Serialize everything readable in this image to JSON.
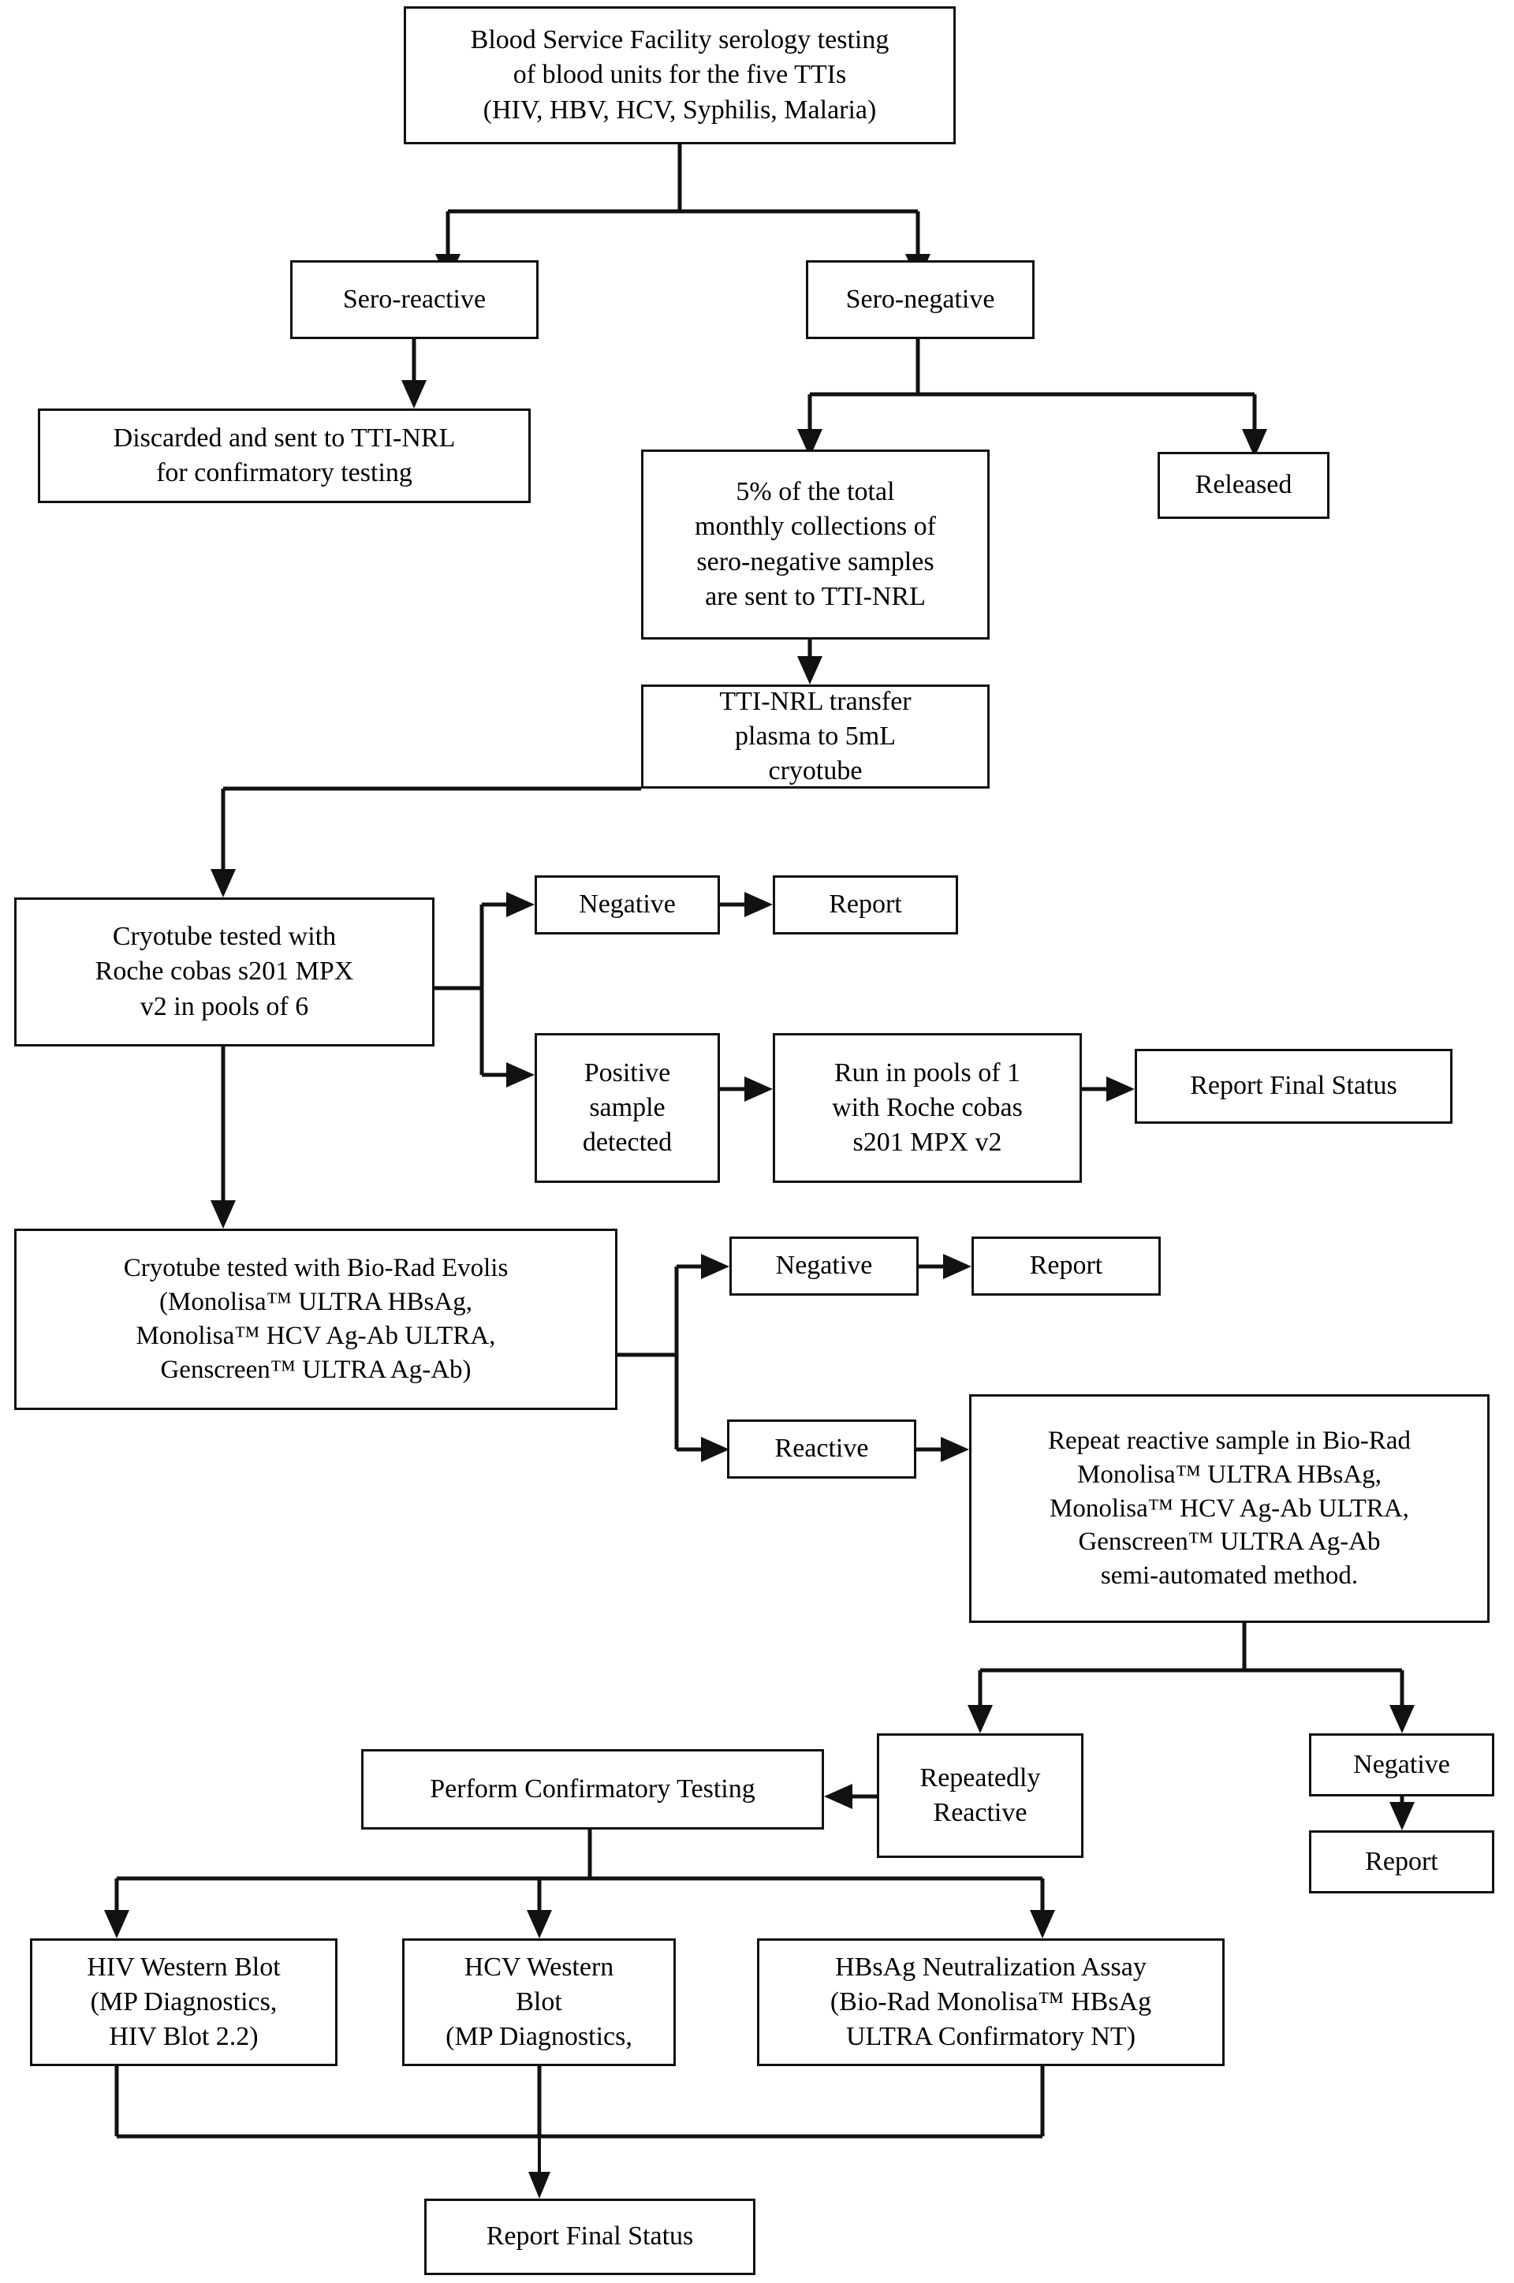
{
  "diagram": {
    "title": "Blood Service Facility TTI serology and NAT testing algorithm",
    "type": "flowchart",
    "nodes": {
      "start": "Blood Service Facility serology testing\nof blood units for the five TTIs\n(HIV, HBV, HCV, Syphilis, Malaria)",
      "sero_reactive": "Sero-reactive",
      "sero_negative": "Sero-negative",
      "discarded": "Discarded and sent to TTI-NRL\nfor confirmatory testing",
      "five_percent": "5% of the total\nmonthly collections of\nsero-negative samples\nare sent to TTI-NRL",
      "released": "Released",
      "transfer_plasma": "TTI-NRL transfer\nplasma to 5mL\ncryotube",
      "cryotube_roche": "Cryotube tested with\nRoche cobas s201 MPX\nv2 in pools of 6",
      "nat_negative": "Negative",
      "nat_report": "Report",
      "positive_sample": "Positive\nsample\ndetected",
      "run_pools_of_1": "Run in pools of 1\nwith Roche cobas\ns201 MPX v2",
      "report_final_status_nat": "Report Final Status",
      "cryotube_biorad": "Cryotube tested with Bio-Rad Evolis\n(Monolisa™ ULTRA HBsAg,\nMonolisa™ HCV Ag-Ab ULTRA,\nGenscreen™ ULTRA Ag-Ab)",
      "sero_negative2": "Negative",
      "sero_report": "Report",
      "reactive": "Reactive",
      "repeat_reactive": "Repeat reactive sample in Bio-Rad\nMonolisa™ ULTRA HBsAg,\nMonolisa™ HCV Ag-Ab ULTRA,\nGenscreen™ ULTRA Ag-Ab\nsemi-automated method.",
      "repeatedly_reactive": "Repeatedly\nReactive",
      "repeat_negative": "Negative",
      "repeat_report": "Report",
      "perform_confirmatory": "Perform Confirmatory Testing",
      "hiv_western_blot": "HIV Western Blot\n(MP Diagnostics,\nHIV Blot 2.2)",
      "hcv_western_blot": "HCV Western\nBlot\n(MP Diagnostics,",
      "hbsag_neutralization": "HBsAg Neutralization Assay\n(Bio-Rad Monolisa™  HBsAg\nULTRA Confirmatory NT)",
      "report_final_status_end": "Report Final Status"
    },
    "colors": {
      "line": "#111111",
      "box_border": "#111111",
      "background": "#ffffff",
      "text": "#000000"
    }
  }
}
